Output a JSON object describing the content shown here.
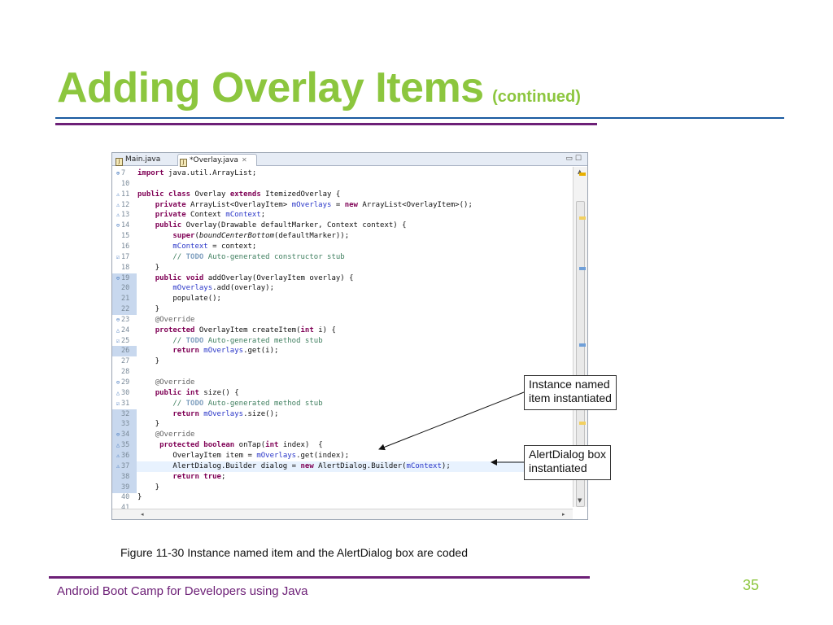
{
  "slide": {
    "title": "Adding Overlay Items",
    "subtitle": "(continued)",
    "caption": "Figure 11-30 Instance named item and the AlertDialog box are coded",
    "footer": "Android Boot Camp for Developers using Java",
    "page_number": "35"
  },
  "colors": {
    "title_green": "#8cc63e",
    "footer_purple": "#6d2077",
    "rule_blue": "#1a5aa0",
    "keyword": "#7f0055",
    "field": "#2a36c8",
    "comment": "#3f7f5f"
  },
  "editor": {
    "tabs": [
      {
        "label": "Main.java",
        "icon": "java-file-icon",
        "active": false
      },
      {
        "label": "*Overlay.java",
        "icon": "java-file-icon",
        "active": true,
        "close": "✕"
      }
    ],
    "window_controls": {
      "minimize": "▭",
      "maximize": "☐"
    },
    "scroll": {
      "up": "▲",
      "down": "▼",
      "left": "◂",
      "right": "▸"
    },
    "lines": [
      {
        "n": "7",
        "m": "⊕",
        "text": "import java.util.ArrayList;"
      },
      {
        "n": "10",
        "m": "",
        "text": ""
      },
      {
        "n": "11",
        "m": "⚠",
        "text": "public class Overlay extends ItemizedOverlay {"
      },
      {
        "n": "12",
        "m": "⚠",
        "text": "    private ArrayList<OverlayItem> mOverlays = new ArrayList<OverlayItem>();"
      },
      {
        "n": "13",
        "m": "⚠",
        "text": "    private Context mContext;"
      },
      {
        "n": "14",
        "m": "⊖",
        "text": "    public Overlay(Drawable defaultMarker, Context context) {"
      },
      {
        "n": "15",
        "m": "",
        "text": "        super(boundCenterBottom(defaultMarker));"
      },
      {
        "n": "16",
        "m": "",
        "text": "        mContext = context;"
      },
      {
        "n": "17",
        "m": "☑",
        "text": "        // TODO Auto-generated constructor stub"
      },
      {
        "n": "18",
        "m": "",
        "text": "    }"
      },
      {
        "n": "19",
        "m": "⊖",
        "text": "    public void addOverlay(OverlayItem overlay) {"
      },
      {
        "n": "20",
        "m": "",
        "text": "        mOverlays.add(overlay);"
      },
      {
        "n": "21",
        "m": "",
        "text": "        populate();"
      },
      {
        "n": "22",
        "m": "",
        "text": "    }"
      },
      {
        "n": "23",
        "m": "⊖",
        "text": "    @Override"
      },
      {
        "n": "24",
        "m": "△",
        "text": "    protected OverlayItem createItem(int i) {"
      },
      {
        "n": "25",
        "m": "☑",
        "text": "        // TODO Auto-generated method stub"
      },
      {
        "n": "26",
        "m": "",
        "text": "        return mOverlays.get(i);"
      },
      {
        "n": "27",
        "m": "",
        "text": "    }"
      },
      {
        "n": "28",
        "m": "",
        "text": ""
      },
      {
        "n": "29",
        "m": "⊖",
        "text": "    @Override"
      },
      {
        "n": "30",
        "m": "△",
        "text": "    public int size() {"
      },
      {
        "n": "31",
        "m": "☑",
        "text": "        // TODO Auto-generated method stub"
      },
      {
        "n": "32",
        "m": "",
        "text": "        return mOverlays.size();"
      },
      {
        "n": "33",
        "m": "",
        "text": "    }"
      },
      {
        "n": "34",
        "m": "⊖",
        "text": "    @Override"
      },
      {
        "n": "35",
        "m": "△",
        "text": "     protected boolean onTap(int index)  {"
      },
      {
        "n": "36",
        "m": "⚠",
        "text": "        OverlayItem item = mOverlays.get(index);"
      },
      {
        "n": "37",
        "m": "⚠",
        "text": "        AlertDialog.Builder dialog = new AlertDialog.Builder(mContext);"
      },
      {
        "n": "38",
        "m": "",
        "text": "        return true;"
      },
      {
        "n": "39",
        "m": "",
        "text": "    }"
      },
      {
        "n": "40",
        "m": "",
        "text": "}"
      },
      {
        "n": "41",
        "m": "",
        "text": ""
      }
    ]
  },
  "callouts": [
    {
      "line1": "Instance named",
      "line2": "item instantiated"
    },
    {
      "line1": "AlertDialog box",
      "line2": "instantiated"
    }
  ]
}
